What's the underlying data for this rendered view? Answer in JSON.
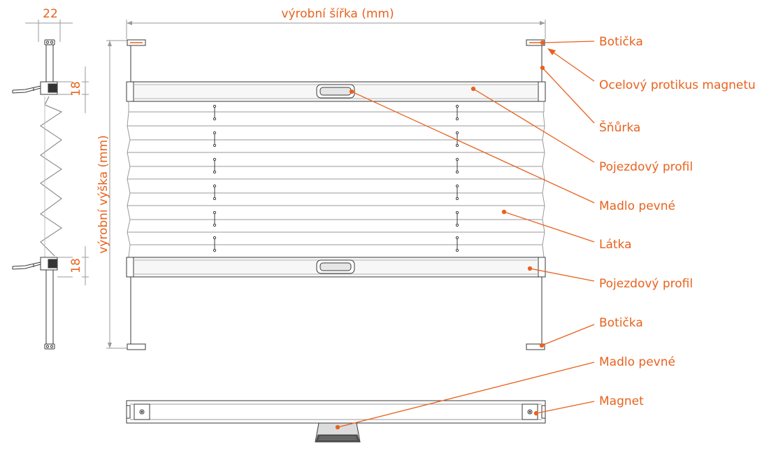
{
  "colors": {
    "accent": "#E8621E",
    "line": "#3a3a3a",
    "light": "#9a9a9a",
    "fill": "#f7f7f7"
  },
  "dimensions": {
    "width_label": "výrobní šířka (mm)",
    "height_label": "výrobní výška (mm)",
    "side_width": "22",
    "top_gap": "18",
    "bottom_gap": "18"
  },
  "callouts": {
    "boticka_top": "Botička",
    "magnet_counterpart": "Ocelový protikus magnetu",
    "cord": "Šňůrka",
    "profile_top": "Pojezdový profil",
    "handle_top": "Madlo pevné",
    "fabric": "Látka",
    "profile_bottom": "Pojezdový profil",
    "boticka_bottom": "Botička",
    "handle_bottom": "Madlo pevné",
    "magnet": "Magnet"
  },
  "icons": [
    "boticka-bracket-icon",
    "handle-icon",
    "magnet-icon",
    "cord-tension-icon"
  ]
}
